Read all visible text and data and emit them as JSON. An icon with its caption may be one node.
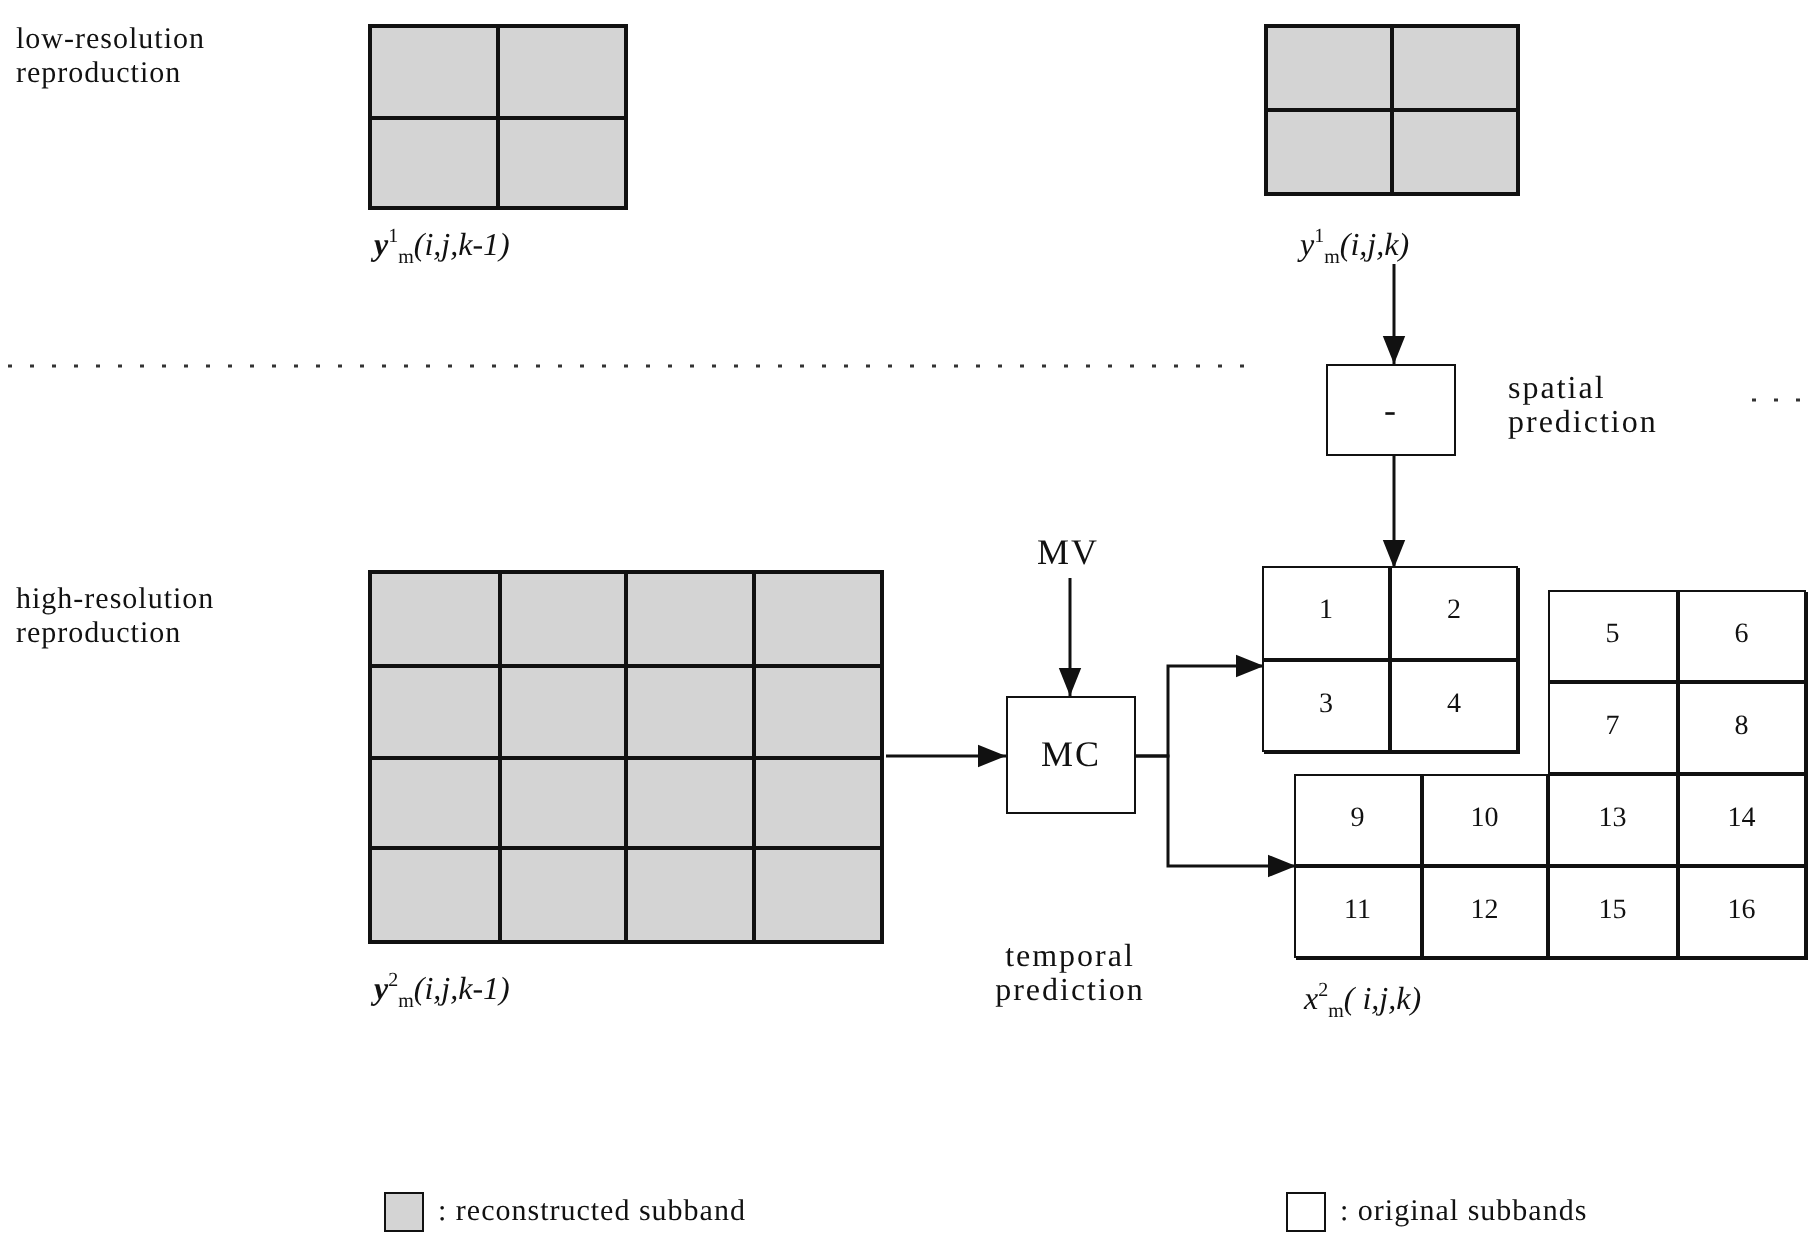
{
  "diagram": {
    "nodes": [
      {
        "text": [],
        "shape": "box",
        "beside": [
          "**y**$^{1}$$_{m}$(i,j,k-1)"
        ]
      },
      {
        "text": [],
        "shape": "box",
        "beside": [
          "y$^{1}$$_{m}$(i,j,k)"
        ]
      },
      {
        "text": [
          "-"
        ],
        "beside": [
          "spatial prediction"
        ]
      },
      {
        "text": [
          "MV"
        ]
      },
      {
        "text": [],
        "shape": "box",
        "beside": [
          "**y**$^{2}$$_{m}$(i,j,k-1)"
        ]
      },
      {
        "text": [
          "MC"
        ]
      },
      {
        "text": [],
        "shape": "box"
      },
      {
        "text": [
          "1"
        ],
        "in": 6
      },
      {
        "text": [
          "2"
        ],
        "in": 6
      },
      {
        "text": [
          "3"
        ],
        "in": 6
      },
      {
        "text": [
          "4"
        ],
        "in": 6
      },
      {
        "text": [],
        "shape": "box"
      },
      {
        "text": [
          "5"
        ],
        "in": 11
      },
      {
        "text": [
          "6"
        ],
        "in": 11
      },
      {
        "text": [
          "7"
        ],
        "in": 11
      },
      {
        "text": [
          "8"
        ],
        "in": 11
      },
      {
        "text": [],
        "shape": "box"
      },
      {
        "text": [
          "9"
        ],
        "in": 16
      },
      {
        "text": [
          "10"
        ],
        "in": 16
      },
      {
        "text": [
          "11"
        ],
        "in": 16
      },
      {
        "text": [
          "12"
        ],
        "in": 16
      },
      {
        "text": [],
        "shape": "box"
      },
      {
        "text": [
          "13"
        ],
        "in": 21
      },
      {
        "text": [
          "14"
        ],
        "in": 21
      },
      {
        "text": [
          "15"
        ],
        "in": 21
      },
      {
        "text": [
          "16"
        ],
        "in": 21
      }
    ],
    "edges": [
      {
        "from": 1,
        "to": 2,
        "arrow": "to"
      },
      {
        "from": 2,
        "to": 6,
        "arrow": "to"
      },
      {
        "from": 3,
        "to": 5,
        "arrow": "to"
      },
      {
        "from": 4,
        "to": 5,
        "arrow": "to"
      },
      {
        "from": 5,
        "to": 6,
        "arrow": "to"
      },
      {
        "from": 5,
        "to": 16,
        "arrow": "to"
      }
    ],
    "labels": [
      "low-resolution reproduction",
      "high-resolution reproduction",
      "temporal prediction",
      "x$^{2}$$_{m}$( i,j,k)"
    ],
    "legend": [
      {
        "text": ": reconstructed subband",
        "color": "#d4d4d4"
      },
      {
        "text": ": original subbands",
        "color": "#ffffff"
      }
    ]
  }
}
